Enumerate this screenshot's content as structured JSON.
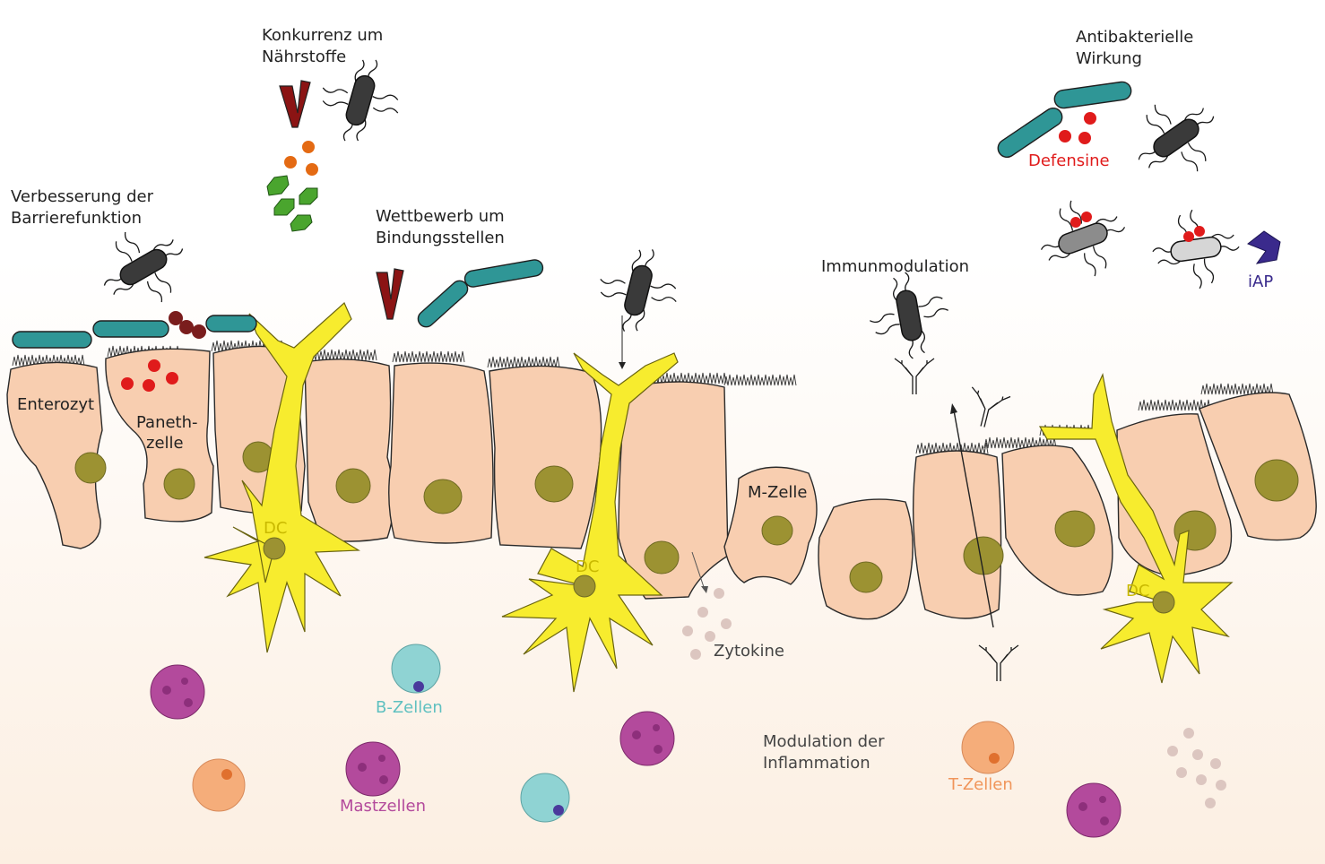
{
  "labels": {
    "naehrstoffe": [
      "Konkurrenz um",
      "Nährstoffe"
    ],
    "barriere": [
      "Verbesserung der",
      "Barrierefunktion"
    ],
    "bindung": [
      "Wettbewerb um",
      "Bindungsstellen"
    ],
    "immunmodulation": "Immunmodulation",
    "antibakteriell": [
      "Antibakterielle",
      "Wirkung"
    ],
    "defensine": "Defensine",
    "iap": "iAP",
    "enterozyt": "Enterozyt",
    "paneth": [
      "Paneth-",
      "zelle"
    ],
    "dc": "DC",
    "mzelle": "M-Zelle",
    "zytokine": "Zytokine",
    "bzellen": "B-Zellen",
    "mastzellen": "Mastzellen",
    "inflammation": [
      "Modulation der",
      "Inflammation"
    ],
    "tzellen": "T-Zellen"
  },
  "colors": {
    "epithelial_cell": "#f8ceb0",
    "nucleus": "#9c9232",
    "dendritic_cell": "#f7ec2e",
    "commensal_bacteria": "#2f9696",
    "defensins": "#e01b1b",
    "iap": "#3a2a8c",
    "b_cells": "#8fd3d3",
    "t_cells": "#f5ad7a",
    "mast_cells": "#b34a9c",
    "cytokines": "#dcc6c0",
    "nutrients_orange": "#e46a13",
    "nutrients_green": "#4aa52e",
    "lactobacillus_red": "#8b1414"
  }
}
